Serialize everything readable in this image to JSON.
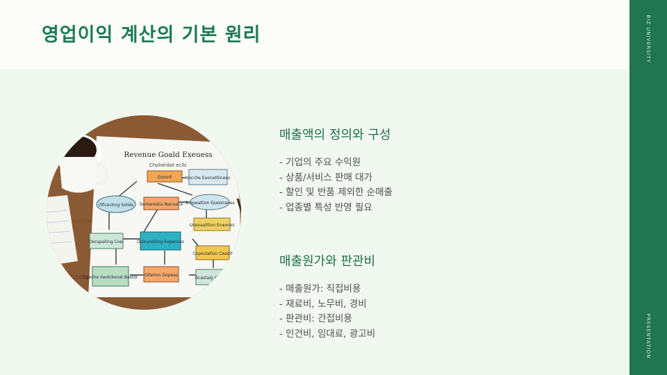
{
  "slide": {
    "title": "영업이익 계산의 기본 원리",
    "side_top": "BIZ UNIVERSITY",
    "side_bottom": "PRESENTATION"
  },
  "image": {
    "chart_title": "Revenue Goald Exeuess",
    "chart_subtitle": "Chololrdat ecllc",
    "boxes": [
      "Gorent",
      "Nocche Eeonetllinees",
      "Oficecting Solids",
      "Someredca Nanuece",
      "Scepealtion Epesmanes",
      "Unexaalltion Enexnes",
      "Oerapalling Coel",
      "Ocloundiling Expences",
      "Copoulation Ceadit",
      "Cgeche Seolcbonel Bestdr",
      "Otlehon Dopeas",
      "Ocestalg Cournec"
    ]
  },
  "sections": [
    {
      "heading": "매출액의 정의와 구성",
      "items": [
        "- 기업의 주요 수익원",
        "- 상품/서비스 판매 대가",
        "- 할인 및 반품 제외한 순매출",
        "- 업종별 특성 반영 필요"
      ]
    },
    {
      "heading": "매출원가와 판관비",
      "items": [
        "- 매출원가: 직접비용",
        "- 재료비, 노무비, 경비",
        "- 판관비: 간접비용",
        "- 인건비, 임대료, 광고비"
      ]
    }
  ]
}
